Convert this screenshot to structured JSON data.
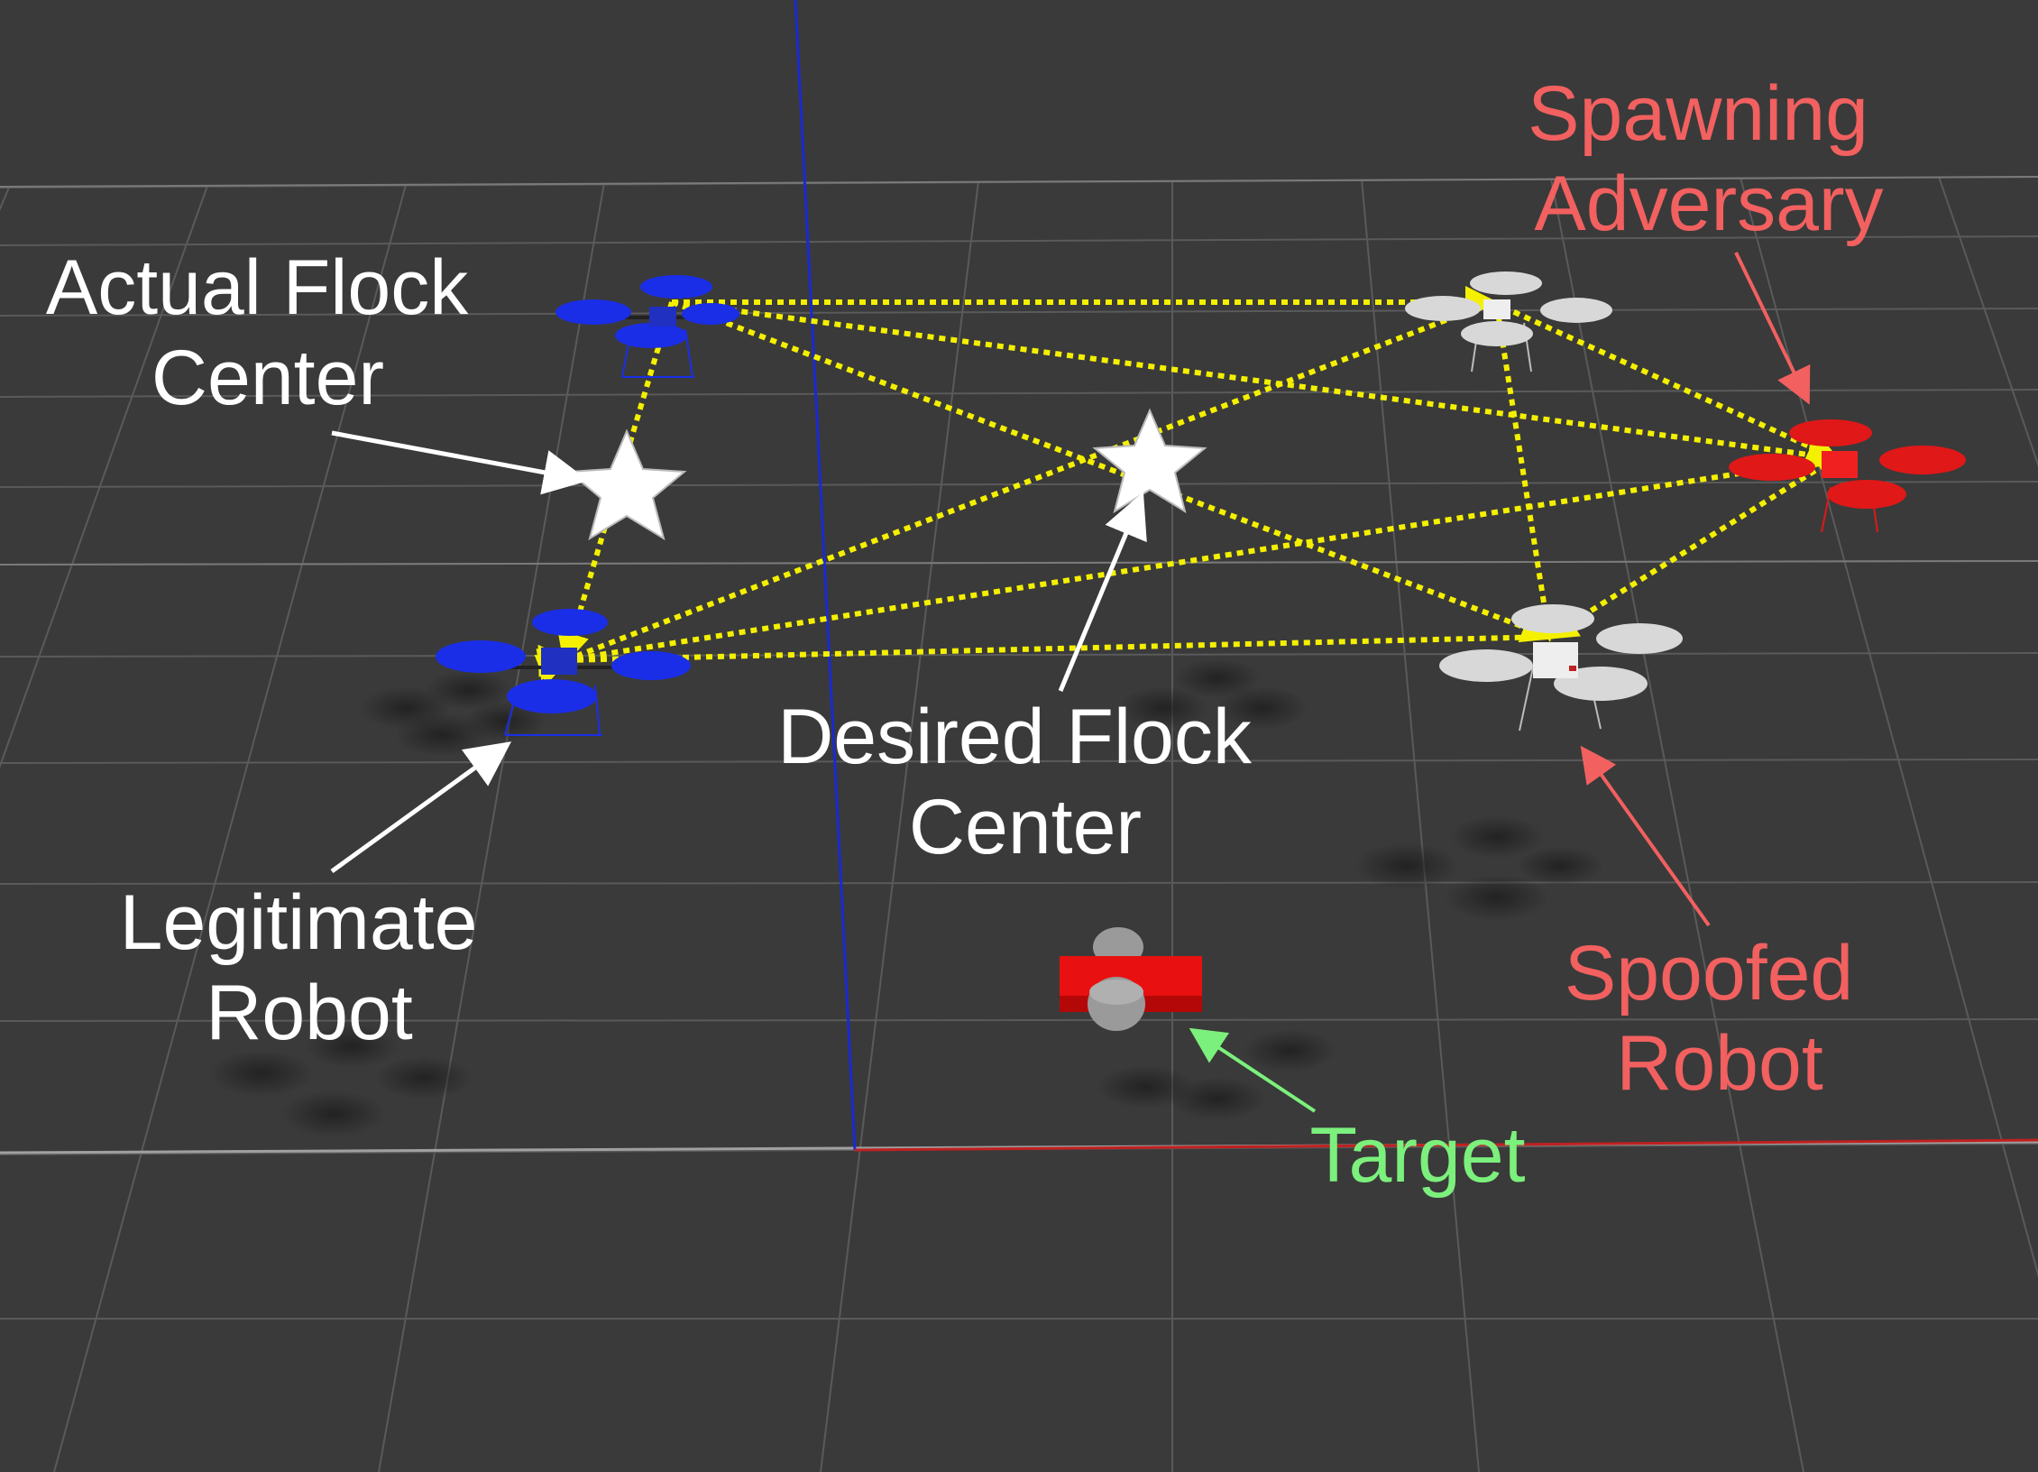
{
  "labels": {
    "actual_flock_center": [
      "Actual Flock",
      "Center"
    ],
    "desired_flock_center": [
      "Desired Flock",
      "Center"
    ],
    "legitimate_robot": [
      "Legitimate",
      "Robot"
    ],
    "spawning_adversary": [
      "Spawning",
      "Adversary"
    ],
    "spoofed_robot": [
      "Spoofed",
      "Robot"
    ],
    "target": [
      "Target"
    ]
  },
  "colors": {
    "background": "#3a3a3a",
    "grid_line": "#5a5a5a",
    "label_white": "#ffffff",
    "label_adversary": "#f26060",
    "label_target": "#7cf07c",
    "link_dotted": "#f4f000",
    "legitimate_robot": "#1a2ee8",
    "spoofed_robot": "#d8d8d8",
    "adversary_robot": "#e01818",
    "target_body": "#e81010",
    "target_wheel": "#9a9a9a",
    "axis_blue": "#1a2ad0",
    "axis_red": "#c02020"
  },
  "icons": {
    "flock_center_marker": "white-star-icon",
    "robot": "quadrotor-drone-icon",
    "target": "ground-vehicle-icon"
  }
}
